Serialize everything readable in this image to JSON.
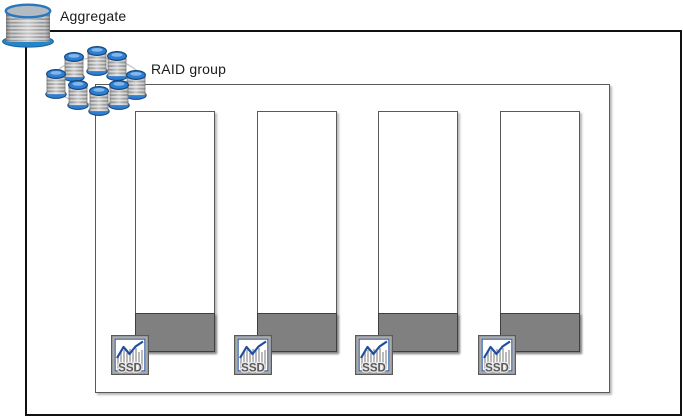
{
  "labels": {
    "aggregate": "Aggregate",
    "raid_group": "RAID group"
  },
  "ssd": {
    "label": "SSD"
  },
  "raid_group": {
    "disk_count": 4,
    "cluster_cylinder_count": 8
  },
  "icons": {
    "aggregate": "disk-stack-cylinder-icon",
    "raid_group": "disk-cluster-icon",
    "disk": "ssd-chart-badge-icon"
  },
  "colors": {
    "accent_blue": "#2e7fd4",
    "cylinder_ring_blue": "#2878be",
    "chart_line_blue": "#1f4e9c",
    "disk_used_fill": "#808080",
    "disk_fill_border": "#3f3f3f",
    "box_border_gray": "#595959",
    "aggregate_border": "#111111",
    "connector_gray": "#c8c8c8",
    "background": "#ffffff"
  }
}
